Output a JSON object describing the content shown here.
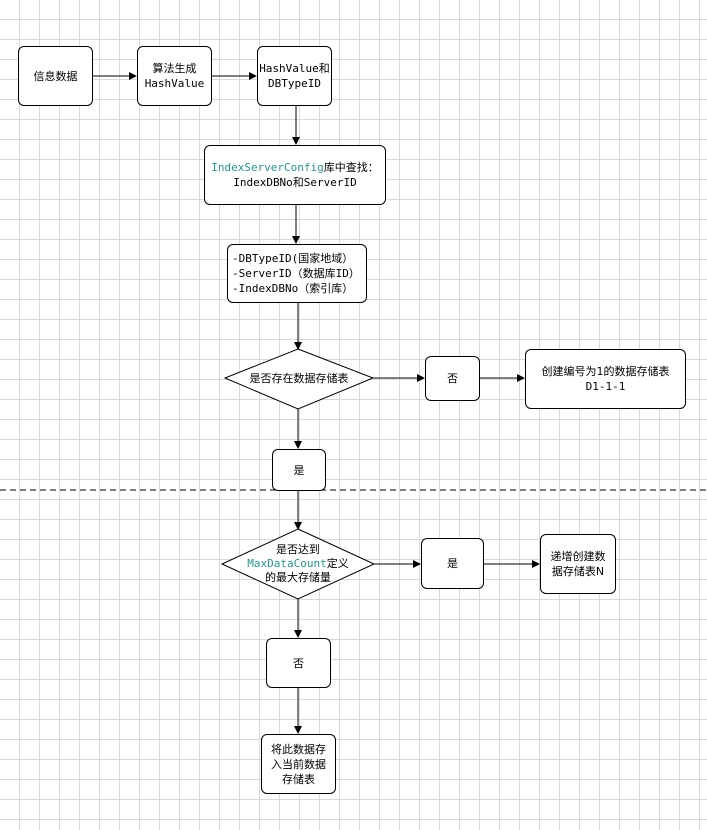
{
  "nodes": {
    "info_data": "信息数据",
    "algo": [
      "算法生成",
      "HashValue"
    ],
    "hash_dbtype": [
      "HashValue和",
      "DBTypeID"
    ],
    "index_lookup": {
      "line1_highlight": "IndexServerConfig",
      "line1_rest": "库中查找：",
      "line2": "IndexDBNo和ServerID"
    },
    "id_list": [
      "-DBTypeID(国家地域）",
      "-ServerID（数据库ID）",
      "-IndexDBNo（索引库）"
    ],
    "decision_exists": "是否存在数据存储表",
    "no_1": "否",
    "create_first": [
      "创建编号为1的数据存储表",
      "D1-1-1"
    ],
    "yes_1": "是",
    "decision_max": {
      "line1": "是否达到",
      "line2_highlight": "MaxDataCount",
      "line2_rest": "定义",
      "line3": "的最大存储量"
    },
    "yes_2": "是",
    "create_incr": [
      "递增创建数",
      "据存储表N"
    ],
    "no_2": "否",
    "store": [
      "将此数据存",
      "入当前数据",
      "存储表"
    ]
  },
  "colors": {
    "highlight": "#1e9a8c",
    "grid": "#d9d9d9",
    "stroke": "#000000"
  }
}
